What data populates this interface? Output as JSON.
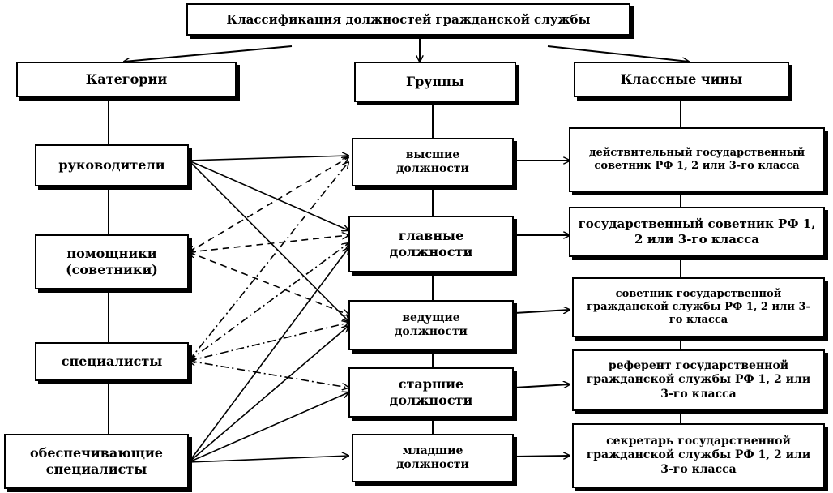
{
  "title": "Классификация должностей гражданской службы",
  "columns": {
    "categories": "Категории",
    "groups": "Группы",
    "ranks": "Классные чины"
  },
  "categories": [
    "руководители",
    "помощники (советники)",
    "специалисты",
    "обеспечивающие специалисты"
  ],
  "groups": [
    "высшие должности",
    "главные должности",
    "ведущие должности",
    "старшие должности",
    "младшие должности"
  ],
  "ranks": [
    "действительный государственный советник РФ 1, 2 или 3-го класса",
    "государственный советник РФ 1, 2 или 3-го класса",
    "советник государственной гражданской службы РФ 1, 2 или 3-го класса",
    "референт государственной гражданской службы РФ 1, 2 или 3-го класса",
    "секретарь государственной гражданской службы РФ 1, 2 или 3-го класса"
  ],
  "links": [
    {
      "from": "руководители",
      "to": "высшие должности",
      "style": "solid"
    },
    {
      "from": "руководители",
      "to": "главные должности",
      "style": "solid"
    },
    {
      "from": "руководители",
      "to": "ведущие должности",
      "style": "solid"
    },
    {
      "from": "помощники (советники)",
      "to": "высшие должности",
      "style": "dashed"
    },
    {
      "from": "помощники (советники)",
      "to": "главные должности",
      "style": "dashed"
    },
    {
      "from": "помощники (советники)",
      "to": "ведущие должности",
      "style": "dashed"
    },
    {
      "from": "специалисты",
      "to": "высшие должности",
      "style": "dashdot"
    },
    {
      "from": "специалисты",
      "to": "главные должности",
      "style": "dashdot"
    },
    {
      "from": "специалисты",
      "to": "ведущие должности",
      "style": "dashdot"
    },
    {
      "from": "специалисты",
      "to": "старшие должности",
      "style": "dashdot"
    },
    {
      "from": "обеспечивающие специалисты",
      "to": "главные должности",
      "style": "solid"
    },
    {
      "from": "обеспечивающие специалисты",
      "to": "ведущие должности",
      "style": "solid"
    },
    {
      "from": "обеспечивающие специалисты",
      "to": "старшие должности",
      "style": "solid"
    },
    {
      "from": "обеспечивающие специалисты",
      "to": "младшие должности",
      "style": "solid"
    }
  ]
}
